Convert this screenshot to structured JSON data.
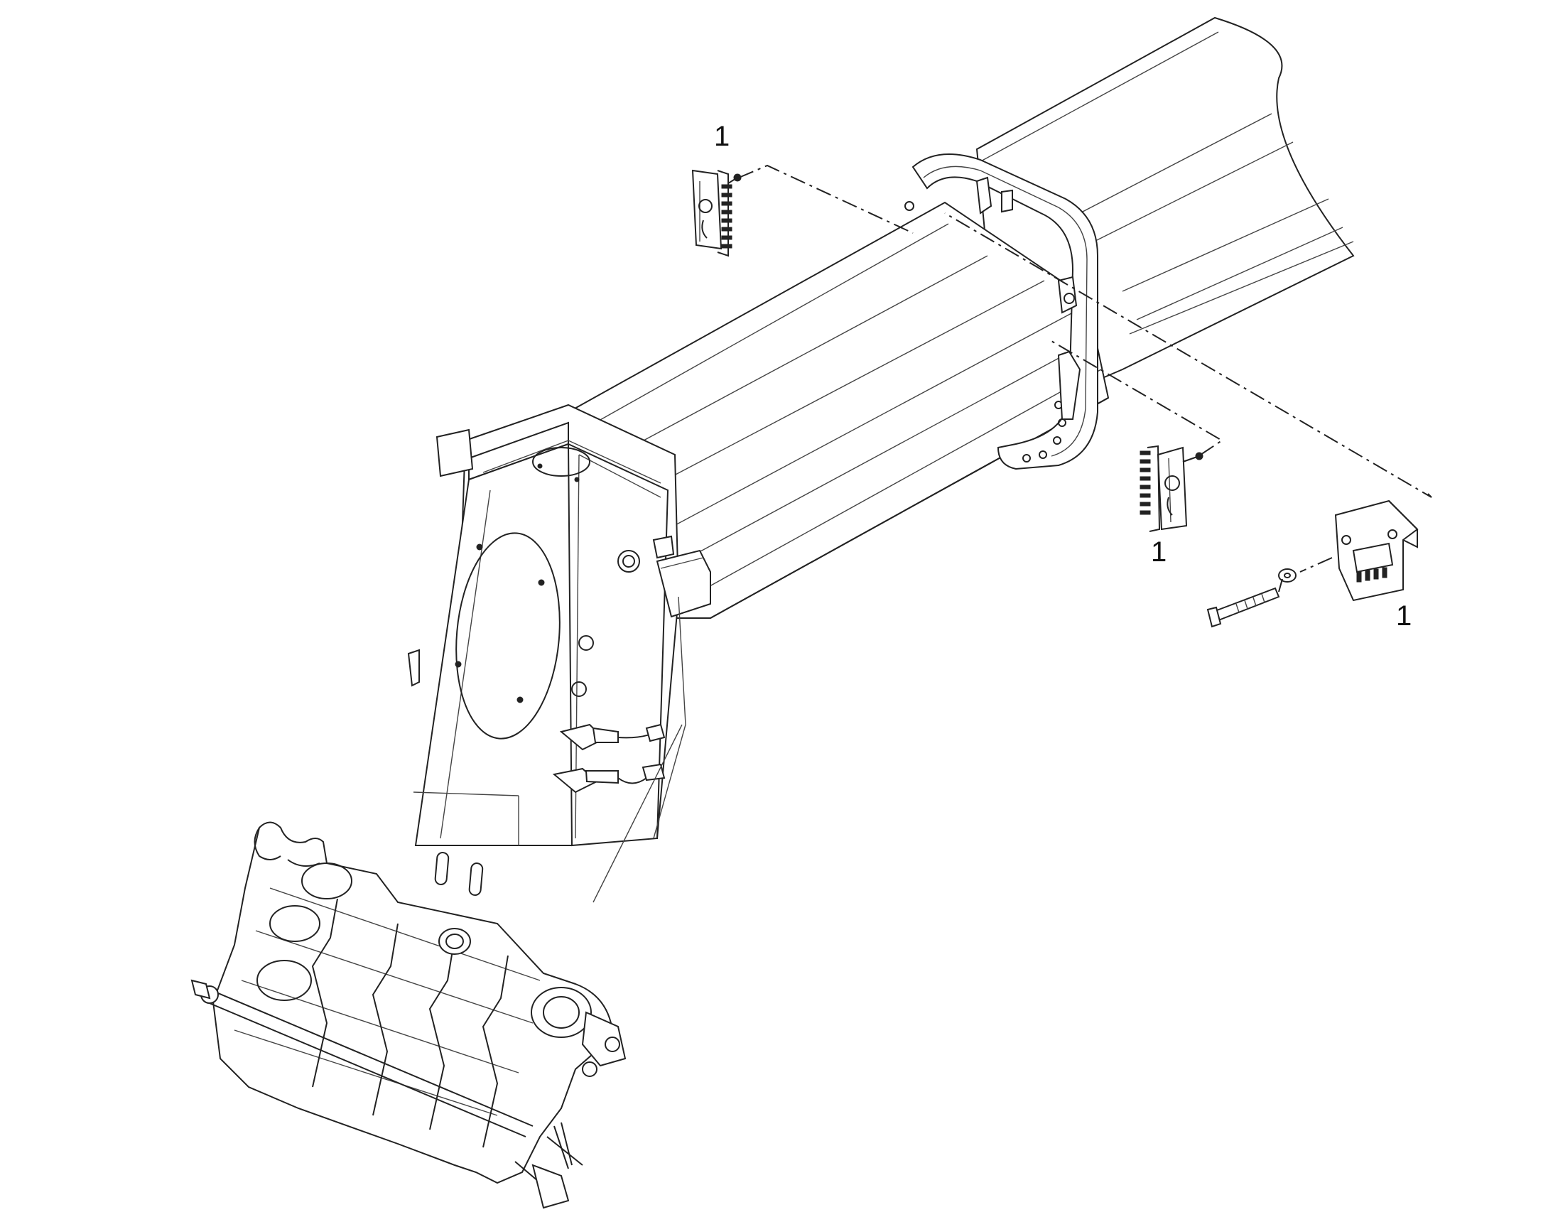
{
  "labels": {
    "callout_top": "1",
    "callout_middle": "1",
    "callout_right": "1"
  },
  "colors": {
    "line": "#222222",
    "background": "#ffffff"
  }
}
